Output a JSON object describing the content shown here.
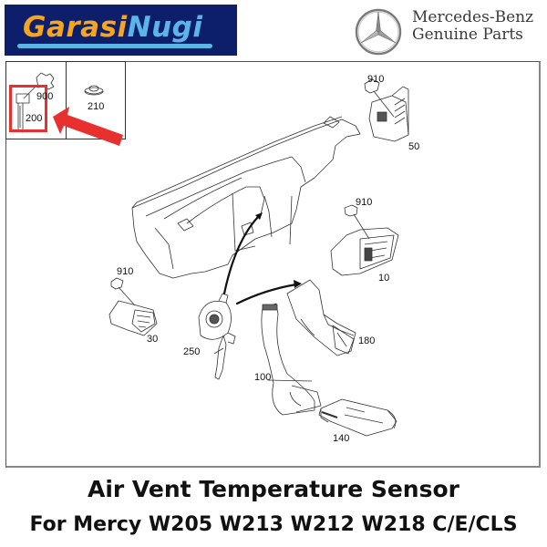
{
  "branding": {
    "seller_logo": {
      "part1": "Garasi",
      "part2": "Nugi"
    },
    "manufacturer": {
      "line1": "Mercedes-Benz",
      "line2": "Genuine Parts"
    }
  },
  "diagram": {
    "insets": [
      {
        "labels": [
          "900",
          "200"
        ]
      },
      {
        "labels": [
          "210"
        ]
      }
    ],
    "callouts": {
      "p900": "900",
      "p200": "200",
      "p210": "210",
      "p910_a": "910",
      "p50": "50",
      "p910_b": "910",
      "p10": "10",
      "p910_c": "910",
      "p30": "30",
      "p250": "250",
      "p100": "100",
      "p180": "180",
      "p140": "140"
    },
    "highlighted_part": "200"
  },
  "product": {
    "title": "Air Vent Temperature Sensor",
    "subtitle": "For Mercy W205 W213 W212 W218 C/E/CLS"
  },
  "colors": {
    "banner_bg": "#0d1f6b",
    "brand_orange": "#f6a61c",
    "brand_blue": "#5bb5e6",
    "highlight_red": "#e8302f"
  }
}
